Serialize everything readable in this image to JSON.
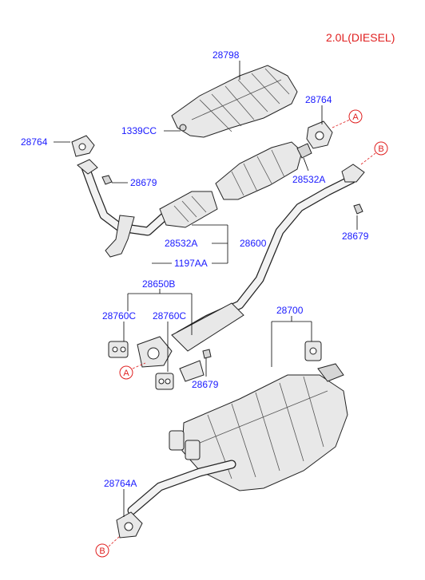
{
  "variant": "2.0L(DIESEL)",
  "refs": {
    "a": "A",
    "b": "B"
  },
  "labels": {
    "p28798": "28798",
    "p1339cc": "1339CC",
    "p28764_left": "28764",
    "p28764_right": "28764",
    "p28679_top": "28679",
    "p28532a_right": "28532A",
    "p28679_right": "28679",
    "p28532a_mid": "28532A",
    "p28600": "28600",
    "p1197aa": "1197AA",
    "p28650b": "28650B",
    "p28760c_left": "28760C",
    "p28760c_mid": "28760C",
    "p28700": "28700",
    "p28679_bottom": "28679",
    "p28764a": "28764A"
  }
}
